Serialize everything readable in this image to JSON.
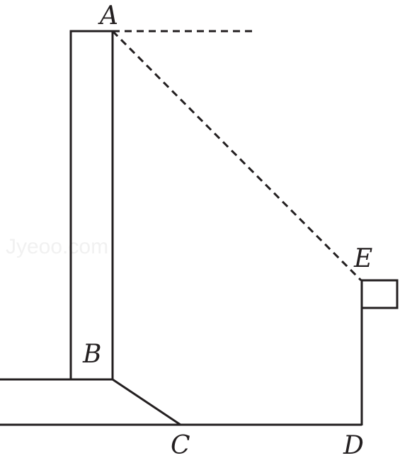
{
  "labels": {
    "A": "A",
    "B": "B",
    "C": "C",
    "D": "D",
    "E": "E"
  },
  "watermark": "Jyeoo.com",
  "colors": {
    "ink": "#231f20",
    "background": "#ffffff"
  }
}
